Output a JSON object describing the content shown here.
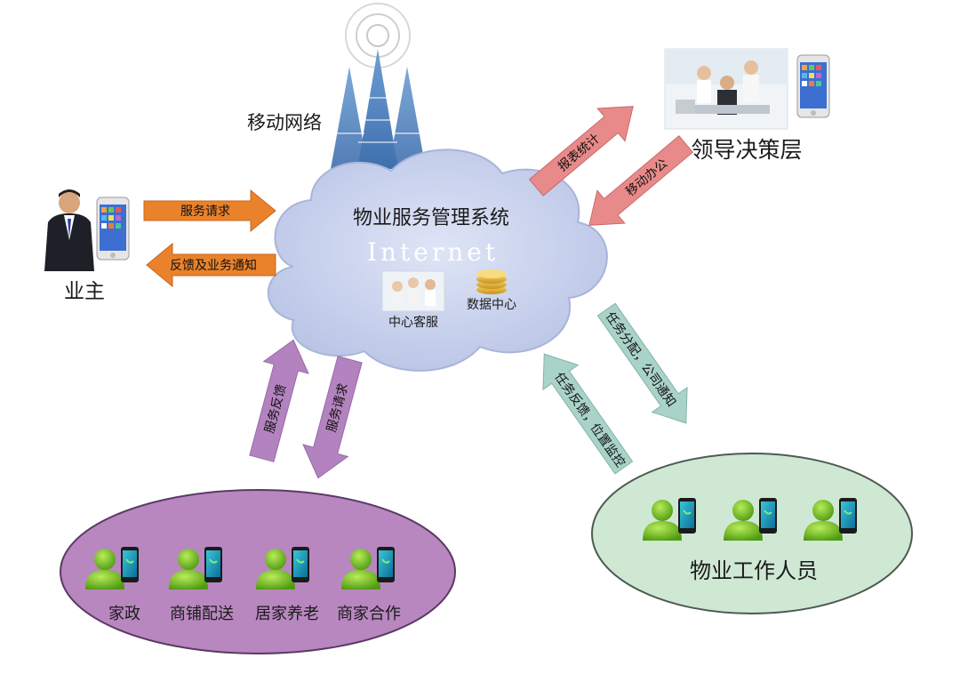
{
  "network": {
    "label": "移动网络"
  },
  "cloud": {
    "title": "物业服务管理系统",
    "subtitle": "Internet"
  },
  "center": {
    "service_label": "中心客服",
    "data_label": "数据中心"
  },
  "owner": {
    "label": "业主"
  },
  "leader": {
    "label": "领导决策层"
  },
  "staff": {
    "label": "物业工作人员"
  },
  "partners": {
    "items": [
      "家政",
      "商铺配送",
      "居家养老",
      "商家合作"
    ]
  },
  "arrows": {
    "service_request": "服务请求",
    "feedback_notice": "反馈及业务通知",
    "report_stats": "报表统计",
    "mobile_office": "移动办公",
    "service_feedback": "服务反馈",
    "service_request_down": "服务请求",
    "task_assign": "任务分配，公司通知",
    "task_feedback": "任务反馈，位置监控"
  },
  "colors": {
    "orange": "#e9822b",
    "salmon": "#e98a8a",
    "purple": "#b383bf",
    "teal": "#a9d3c8",
    "cloud": "#c8d1ec",
    "purple_ellipse": "#b887bf",
    "green_ellipse": "#cfe8d4"
  }
}
